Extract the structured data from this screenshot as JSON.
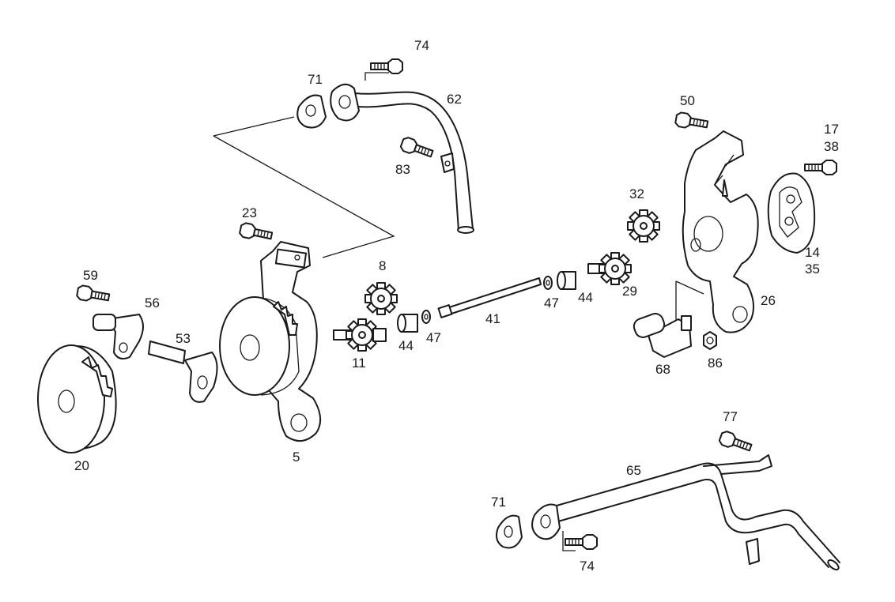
{
  "callouts": [
    {
      "id": "c74a",
      "text": "74"
    },
    {
      "id": "c71a",
      "text": "71"
    },
    {
      "id": "c62",
      "text": "62"
    },
    {
      "id": "c83",
      "text": "83"
    },
    {
      "id": "c50",
      "text": "50"
    },
    {
      "id": "c17",
      "text": "17"
    },
    {
      "id": "c38",
      "text": "38"
    },
    {
      "id": "c32",
      "text": "32"
    },
    {
      "id": "c23",
      "text": "23"
    },
    {
      "id": "c8",
      "text": "8"
    },
    {
      "id": "c14",
      "text": "14"
    },
    {
      "id": "c35",
      "text": "35"
    },
    {
      "id": "c59",
      "text": "59"
    },
    {
      "id": "c56",
      "text": "56"
    },
    {
      "id": "c47a",
      "text": "47"
    },
    {
      "id": "c44a",
      "text": "44"
    },
    {
      "id": "c29",
      "text": "29"
    },
    {
      "id": "c26",
      "text": "26"
    },
    {
      "id": "c41",
      "text": "41"
    },
    {
      "id": "c53",
      "text": "53"
    },
    {
      "id": "c44b",
      "text": "44"
    },
    {
      "id": "c47b",
      "text": "47"
    },
    {
      "id": "c11",
      "text": "11"
    },
    {
      "id": "c68",
      "text": "68"
    },
    {
      "id": "c86",
      "text": "86"
    },
    {
      "id": "c5",
      "text": "5"
    },
    {
      "id": "c20",
      "text": "20"
    },
    {
      "id": "c77",
      "text": "77"
    },
    {
      "id": "c65",
      "text": "65"
    },
    {
      "id": "c71b",
      "text": "71"
    },
    {
      "id": "c74b",
      "text": "74"
    }
  ]
}
